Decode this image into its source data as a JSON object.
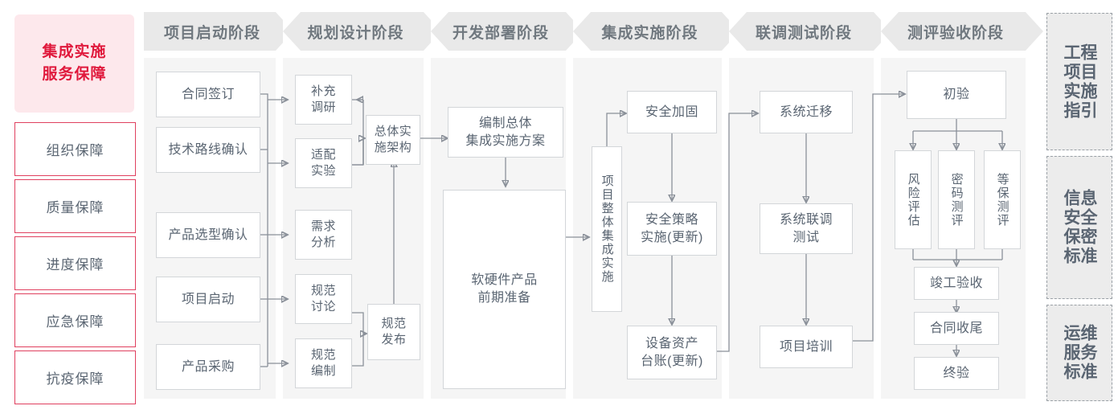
{
  "left_sidebar": {
    "title_lines": [
      "集成实施",
      "服务保障"
    ],
    "title_color": "#e0193c",
    "items": [
      {
        "label": "组织保障"
      },
      {
        "label": "质量保障"
      },
      {
        "label": "进度保障"
      },
      {
        "label": "应急保障"
      },
      {
        "label": "抗疫保障"
      }
    ]
  },
  "stages": [
    {
      "header": "项目启动阶段"
    },
    {
      "header": "规划设计阶段"
    },
    {
      "header": "开发部署阶段"
    },
    {
      "header": "集成实施阶段"
    },
    {
      "header": "联调测试阶段"
    },
    {
      "header": "测评验收阶段"
    }
  ],
  "nodes": {
    "s1_n1": "合同签订",
    "s1_n2": "技术路线确认",
    "s1_n3": "产品选型确认",
    "s1_n4": "项目启动",
    "s1_n5": "产品采购",
    "s2_n1": "补充\n调研",
    "s2_n2": "适配\n实验",
    "s2_n3": "需求\n分析",
    "s2_n4": "规范\n讨论",
    "s2_n5": "规范\n编制",
    "s2_n6": "总体实\n施架构",
    "s2_n7": "规范\n发布",
    "s3_n1": "编制总体\n集成实施方案",
    "s3_n2": "软硬件产品\n前期准备",
    "s4_n0": "项目整体集成实施",
    "s4_n1": "安全加固",
    "s4_n2": "安全策略\n实施(更新)",
    "s4_n3": "设备资产\n台账(更新)",
    "s5_n1": "系统迁移",
    "s5_n2": "系统联调\n测试",
    "s5_n3": "项目培训",
    "s6_n1": "初验",
    "s6_n2": "风险评估",
    "s6_n3": "密码测评",
    "s6_n4": "等保测评",
    "s6_n5": "竣工验收",
    "s6_n6": "合同收尾",
    "s6_n7": "终验"
  },
  "right_sidebar": {
    "items": [
      {
        "col_right": "程目施引",
        "col_left": "工项实指",
        "full": "工程项目实施指引"
      },
      {
        "col_right": "息全密准",
        "col_left": "信安保标",
        "full": "信息安全保密标准"
      },
      {
        "col_right": "维务准",
        "col_left": "运服标",
        "full": "运维服务标准"
      }
    ]
  },
  "colors": {
    "accent_red": "#e0193c",
    "guarantee_border": "#e0405f",
    "panel_bg": "#f5f5f5",
    "header_bg": "#e9e9e9",
    "node_border": "#d3d6d9",
    "text": "#5a6572",
    "wire": "#8a9099"
  }
}
